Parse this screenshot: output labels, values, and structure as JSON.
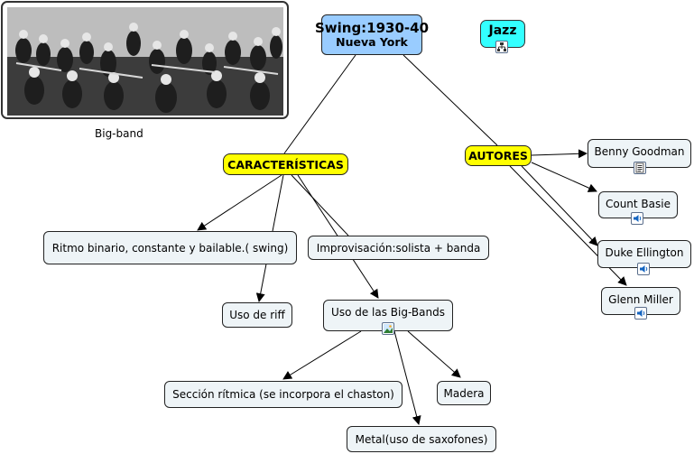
{
  "photo": {
    "caption": "Big-band",
    "image_label": "Big-band"
  },
  "root": {
    "title": "Swing:1930-40",
    "subtitle": "Nueva York"
  },
  "jazz": {
    "label": "Jazz"
  },
  "caracteristicas": {
    "label": "CARACTERÍSTICAS"
  },
  "autores": {
    "label": "AUTORES",
    "items": [
      "Benny Goodman",
      "Count Basie",
      "Duke Ellington",
      "Glenn Miller"
    ]
  },
  "features": {
    "ritmo": "Ritmo binario, constante y bailable.( swing)",
    "improvisacion": "Improvisación:solista + banda",
    "riff": "Uso de riff",
    "bigbands": "Uso de las Big-Bands",
    "seccion": "Sección rítmica (se incorpora el chaston)",
    "madera": "Madera",
    "metal": "Metal(uso de saxofones)"
  },
  "icons": {
    "jazz": "sitemap-icon",
    "benny_goodman": "document-icon",
    "count_basie": "speaker-icon",
    "duke_ellington": "speaker-icon",
    "glenn_miller": "speaker-icon",
    "bigbands": "image-icon"
  },
  "colors": {
    "root_fill": "#99ccff",
    "jazz_fill": "#33ffff",
    "category_fill": "#ffff00",
    "node_fill": "#eef4f7"
  }
}
